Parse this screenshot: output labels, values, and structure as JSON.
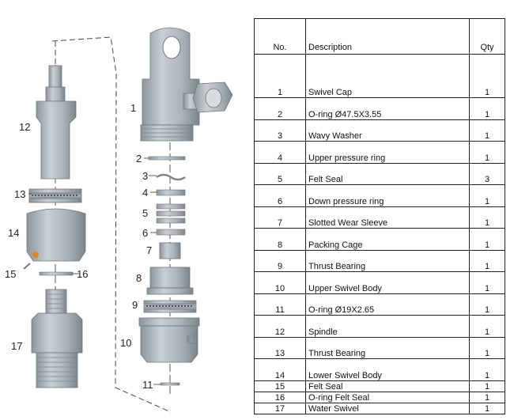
{
  "table": {
    "headers": {
      "no": "No.",
      "description": "Description",
      "qty": "Qty"
    },
    "rows": [
      {
        "no": "1",
        "description": "Swivel Cap",
        "qty": "1"
      },
      {
        "no": "2",
        "description": "O-ring Ø47.5X3.55",
        "qty": "1"
      },
      {
        "no": "3",
        "description": "Wavy Washer",
        "qty": "1"
      },
      {
        "no": "4",
        "description": "Upper pressure ring",
        "qty": "1"
      },
      {
        "no": "5",
        "description": "Felt Seal",
        "qty": "3"
      },
      {
        "no": "6",
        "description": "Down pressure ring",
        "qty": "1"
      },
      {
        "no": "7",
        "description": "Slotted Wear Sleeve",
        "qty": "1"
      },
      {
        "no": "8",
        "description": "Packing Cage",
        "qty": "1"
      },
      {
        "no": "9",
        "description": "Thrust Bearing",
        "qty": "1"
      },
      {
        "no": "10",
        "description": "Upper Swivel Body",
        "qty": "1"
      },
      {
        "no": "11",
        "description": "O-ring Ø19X2.65",
        "qty": "1"
      },
      {
        "no": "12",
        "description": "Spindle",
        "qty": "1"
      },
      {
        "no": "13",
        "description": "Thrust Bearing",
        "qty": "1"
      },
      {
        "no": "14",
        "description": "Lower Swivel Body",
        "qty": "1"
      },
      {
        "no": "15",
        "description": "Felt Seal",
        "qty": "1"
      },
      {
        "no": "16",
        "description": "O-ring Felt Seal",
        "qty": "1"
      },
      {
        "no": "17",
        "description": "Water Swivel",
        "qty": "1"
      }
    ]
  },
  "diagram": {
    "callouts": [
      "1",
      "2",
      "3",
      "4",
      "5",
      "6",
      "7",
      "8",
      "9",
      "10",
      "11",
      "12",
      "13",
      "14",
      "15",
      "16",
      "17"
    ]
  }
}
